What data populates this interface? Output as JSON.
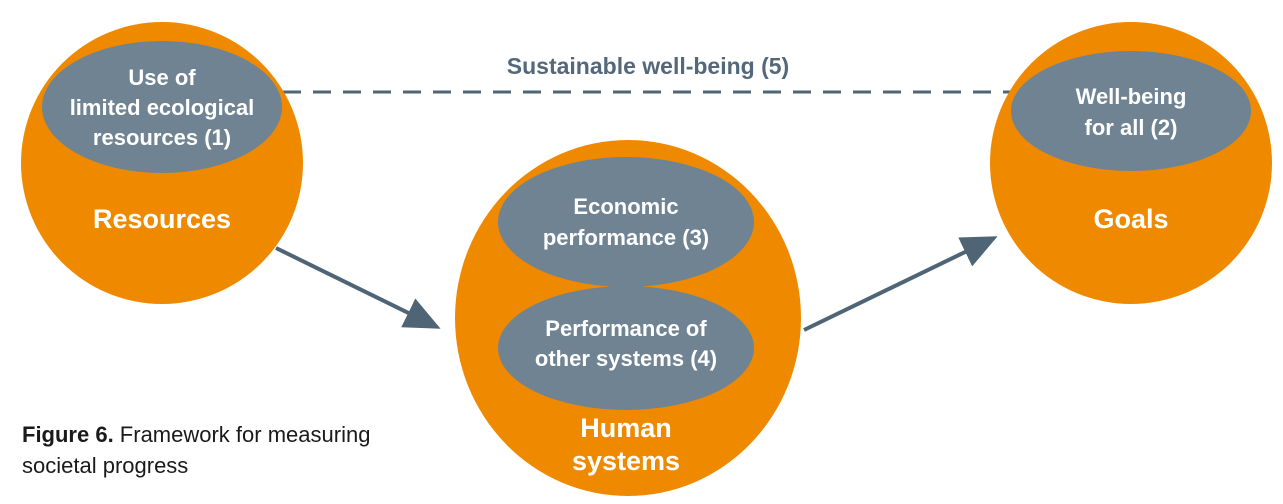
{
  "colors": {
    "circle": "#ef8a00",
    "ellipse": "#6f8392",
    "arrow": "#4f6575",
    "text_on_shape": "#ffffff",
    "edge_label": "#53687a"
  },
  "nodes": {
    "resources": {
      "title": "Resources",
      "inner": [
        "Use of",
        "limited ecological",
        "resources (1)"
      ]
    },
    "goals": {
      "title": "Goals",
      "inner": [
        "Well-being",
        "for all (2)"
      ]
    },
    "human_systems": {
      "title": [
        "Human",
        "systems"
      ],
      "inner_top": [
        "Economic",
        "performance (3)"
      ],
      "inner_bottom": [
        "Performance of",
        "other systems (4)"
      ]
    }
  },
  "edges": {
    "sustainable_label": "Sustainable well-being (5)"
  },
  "caption": {
    "bold": "Figure 6.",
    "text": " Framework for measuring societal progress"
  }
}
